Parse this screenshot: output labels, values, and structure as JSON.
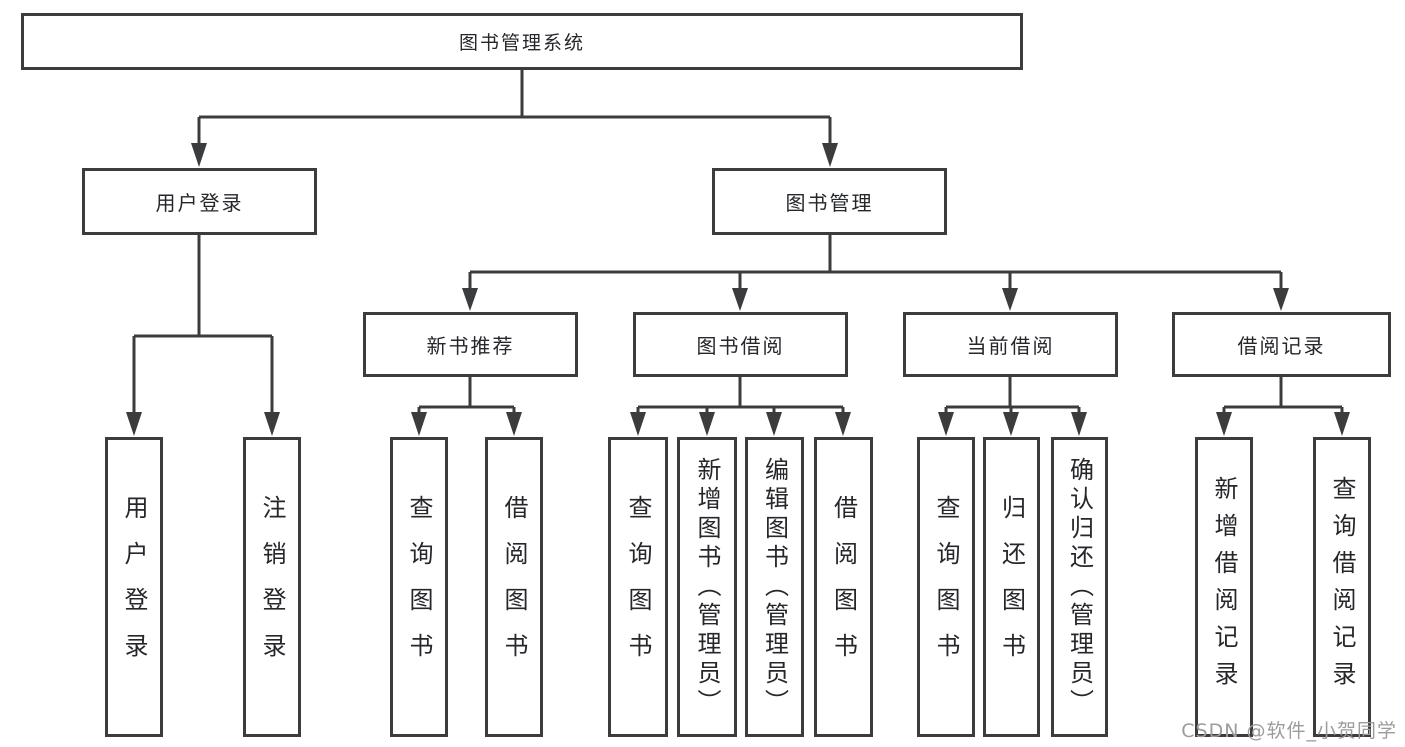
{
  "diagram": {
    "watermark": "CSDN @软件_小贺同学",
    "colors": {
      "line": "#3b3c3e",
      "text": "#26272b",
      "watermark": "#9c9c9c",
      "background": "#ffffff"
    },
    "tree": {
      "root": {
        "label": "图书管理系统"
      },
      "branches": [
        {
          "label": "用户登录",
          "leaves": [
            "用户登录",
            "注销登录"
          ]
        },
        {
          "label": "图书管理",
          "groups": [
            {
              "label": "新书推荐",
              "leaves": [
                "查询图书",
                "借阅图书"
              ]
            },
            {
              "label": "图书借阅",
              "leaves": [
                "查询图书",
                "新增图书（管理员）",
                "编辑图书（管理员）",
                "借阅图书"
              ]
            },
            {
              "label": "当前借阅",
              "leaves": [
                "查询图书",
                "归还图书",
                "确认归还（管理员）"
              ]
            },
            {
              "label": "借阅记录",
              "leaves": [
                "新增借阅记录",
                "查询借阅记录"
              ]
            }
          ]
        }
      ]
    }
  }
}
